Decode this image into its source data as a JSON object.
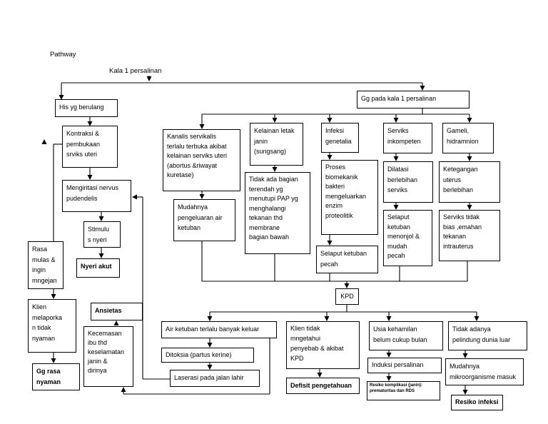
{
  "title": "Pathway",
  "root": "Kala 1 persalinan",
  "left_chain": {
    "his": "His yg berulang",
    "kontraksi": [
      "Kontraksi &",
      "pembukaan",
      "srviks uteri"
    ],
    "mengiritasi": [
      "Mengiritasi nervus",
      "pudendelis"
    ],
    "stimulus": [
      "Stimulu",
      "s nyeri"
    ],
    "nyeri_akut": "Nyeri akut",
    "rasa_mulas": [
      "Rasa",
      "mulas &",
      "ingin",
      "mngejan"
    ],
    "klien_lapor": [
      "Klien",
      "melaporka",
      "n tidak",
      "nyaman"
    ],
    "gg_rasa": [
      "Gg rasa",
      "nyaman"
    ],
    "ansietas": "Ansietas",
    "kecemasan": [
      "Kecemasan",
      "ibu thd",
      "keselamatan",
      "janin &",
      "dirinya"
    ]
  },
  "gg_kala": "Gg pada kala 1 persalinan",
  "causes": {
    "kanalis": [
      "Kanalis servikalis",
      "terlalu terbuka akibat",
      "kelainan serviks uteri",
      "(abortus &riwayat",
      "kuretase)"
    ],
    "mudahnya": [
      "Mudahnya",
      "pengeluaran air",
      "ketuban"
    ],
    "kelainan_letak": [
      "Kelainan letak",
      "janin",
      "(sungsang)"
    ],
    "tidak_ada_bagian": [
      "Tidak ada bagian",
      "terendah yg",
      "menutupi PAP yg",
      "menghalangi",
      "tekanan thd",
      "membrane",
      "bagian bawah"
    ],
    "infeksi": [
      "Infeksi",
      "genetalia"
    ],
    "proses": [
      "Proses",
      "biomekanik",
      "bakteri",
      "mengeluarkan",
      "enzim",
      "proteolitik"
    ],
    "selaput_pecah": [
      "Selaput ketuban",
      "pecah"
    ],
    "serviks_inkompeten": [
      "Serviks",
      "inkompeten"
    ],
    "dilatasi": [
      "Dilatasi",
      "berlebihan",
      "serviks"
    ],
    "selaput_menonjol": [
      "Selaput",
      "ketuban",
      "menonjol &",
      "mudah",
      "pecah"
    ],
    "gameli": [
      "Gameli,",
      "hidramnion"
    ],
    "ketegangan": [
      "Ketegangan",
      "uterus",
      "berlebihan"
    ],
    "serviks_tidak": [
      "Serviks tidak",
      "bias ,emahan",
      "tekanan",
      "intrauterus"
    ]
  },
  "kpd": "KPD",
  "effects": {
    "air_ketuban": "Air ketuban terlalu banyak keluar",
    "ditoksia": "Ditoksia (partus kerine)",
    "laserasi": "Laserasi pada jalan lahir",
    "klien_tidak_tahu": [
      "Klien tidak",
      "mngetahui",
      "penyebab & akibat",
      "KPD"
    ],
    "defisit": "Defisit pengetahuan",
    "usia": [
      "Usia kehamilan",
      "belum cukup bulan"
    ],
    "induksi": "Induksi persalinan",
    "resiko_komplikasi": [
      "Resiko komplikasi (janin):",
      "prematuritas dan RDS"
    ],
    "tidak_adanya": [
      "Tidak adanya",
      "pelindung dunia luar"
    ],
    "mudahnya_mikro": [
      "Mudahnya",
      "mikroorganisme masuk"
    ],
    "resiko_infeksi": "Resiko infeksi"
  }
}
